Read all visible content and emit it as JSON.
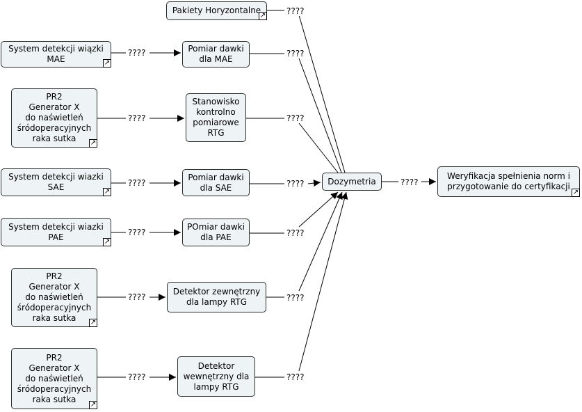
{
  "nodes": {
    "pakiety": "Pakiety Horyzontalne",
    "sys_mae": "System detekcji wiązki\nMAE",
    "pomiar_mae": "Pomiar dawki\ndla MAE",
    "pr2_1": "PR2\nGenerator X\ndo naświetleń\nśródoperacyjnych\nraka sutka",
    "stanowisko": "Stanowisko\nkontrolno\npomiarowe\nRTG",
    "sys_sae": "System detekcji wiazki\nSAE",
    "pomiar_sae": "Pomiar dawki\ndla SAE",
    "dozymetria": "Dozymetria",
    "weryfikacja": "Weryfikacja spełnienia norm i\nprzygotowanie do certyfikacji",
    "sys_pae": "System detekcji wiazki\nPAE",
    "pomiar_pae": "POmiar dawki\ndla PAE",
    "pr2_2": "PR2\nGenerator X\ndo naświetleń\nśródoperacyjnych\nraka sutka",
    "det_zew": "Detektor zewnętrzny\ndla lampy RTG",
    "pr2_3": "PR2\nGenerator X\ndo naświetleń\nśródoperacyjnych\nraka sutka",
    "det_wew": "Detektor\nwewnętrzny dla\nlampy RTG"
  },
  "edge_label": "????",
  "link_icon": "arrow-up-right-icon",
  "colors": {
    "node_fill": "#eef3f5",
    "stroke": "#000000"
  }
}
